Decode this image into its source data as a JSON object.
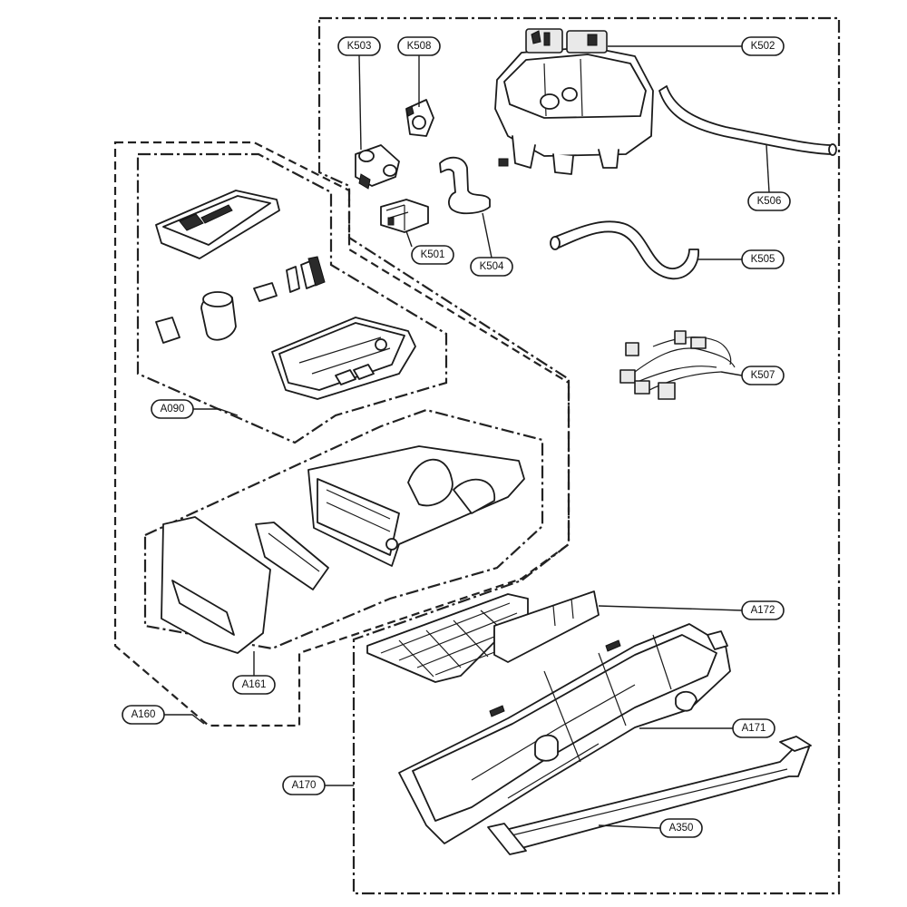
{
  "callouts": {
    "k503": "K503",
    "k508": "K508",
    "k502": "K502",
    "k506": "K506",
    "k501": "K501",
    "k504": "K504",
    "k505": "K505",
    "k507": "K507",
    "a090": "A090",
    "a172": "A172",
    "a161": "A161",
    "a160": "A160",
    "a171": "A171",
    "a170": "A170",
    "a350": "A350"
  }
}
